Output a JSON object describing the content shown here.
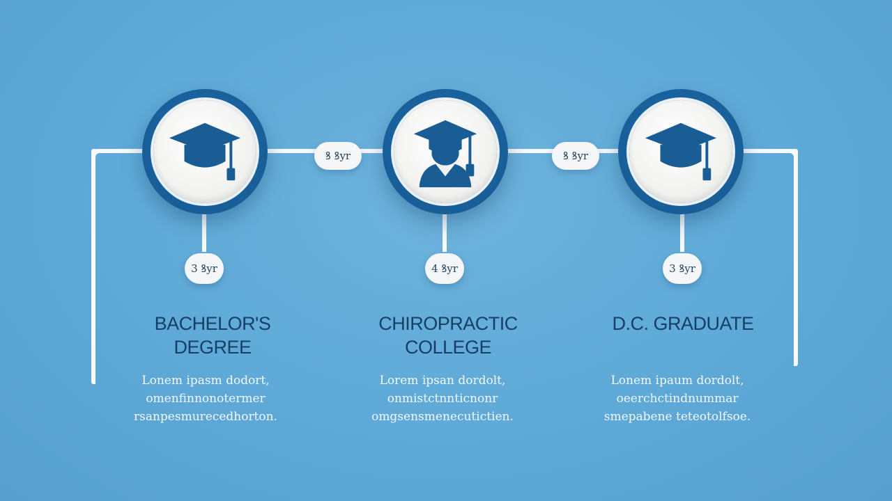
{
  "colors": {
    "background": "#5ea9d8",
    "circle_ring": "#185e98",
    "icon": "#1a5d94",
    "title_text": "#163f68",
    "desc_text": "#f4f8fb",
    "line": "#f7f9fb"
  },
  "connectors": [
    {
      "label": "ꝸ ꝸyr"
    },
    {
      "label": "ꝸ ꝸyr"
    }
  ],
  "steps": [
    {
      "icon": "graduation-cap-icon",
      "duration": "3 ꝸyr",
      "title_line1": "BACHELOR'S",
      "title_line2": "DEGREE",
      "desc": [
        "Lonem ipasm dodort,",
        "omenfinnonotermer",
        "rsanpesmurecedhorton."
      ]
    },
    {
      "icon": "graduate-person-icon",
      "duration": "4 ꝸyr",
      "title_line1": "CHIROPRACTIC",
      "title_line2": "COLLEGE",
      "desc": [
        "Lorem ipsan dordolt,",
        "onmistctnnticnonr",
        "omgsensmenecutictien."
      ]
    },
    {
      "icon": "graduation-cap-icon",
      "duration": "3 ꝸyr",
      "title_line1": "D.C. GRADUATE",
      "title_line2": "",
      "desc": [
        "Lonem ipaum dordolt,",
        "oeerchctindnummar",
        "smepabene teteotolfsoe."
      ]
    }
  ]
}
